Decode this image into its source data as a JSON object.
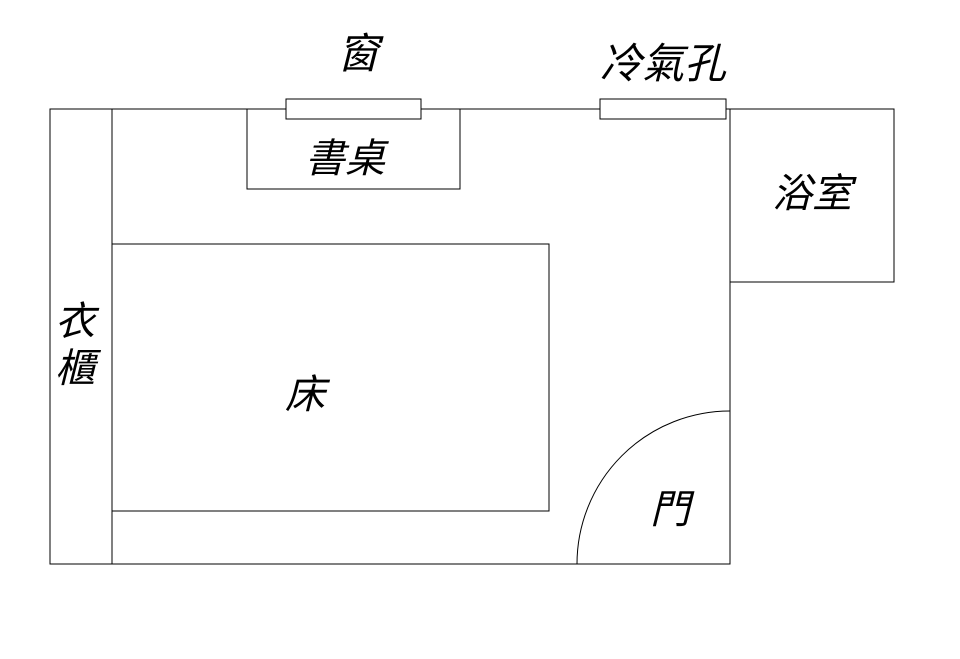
{
  "labels": {
    "window": "窗",
    "ac_vent": "冷氣孔",
    "desk": "書桌",
    "bathroom": "浴室",
    "wardrobe_line1": "衣",
    "wardrobe_line2": "櫃",
    "bed": "床",
    "door": "門"
  },
  "colors": {
    "line": "#000000",
    "background": "#ffffff"
  }
}
